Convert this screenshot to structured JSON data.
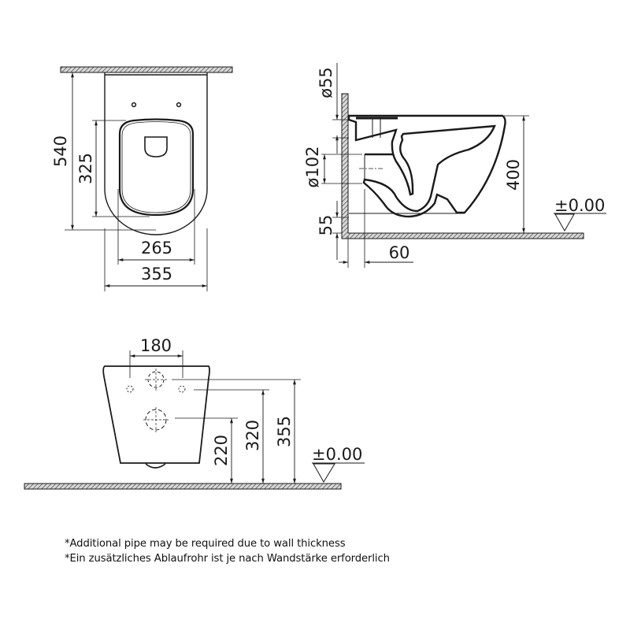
{
  "drawing": {
    "top_view": {
      "dimensions": {
        "overall_depth": "540",
        "seat_depth": "325",
        "seat_width": "265",
        "overall_width": "355"
      }
    },
    "side_view": {
      "dimensions": {
        "inlet_diameter": "ø55",
        "outlet_diameter": "ø102",
        "outlet_height_offset": "55",
        "outlet_projection": "60",
        "height": "400"
      },
      "floor_level": "±0.00"
    },
    "rear_view": {
      "dimensions": {
        "bolt_spacing": "180",
        "outlet_height": "220",
        "bolt_height": "320",
        "inlet_height": "355"
      },
      "floor_level": "±0.00"
    }
  },
  "notes": [
    "*Additional pipe may be required due to wall thickness",
    "*Ein zusätzliches Ablaufrohr ist je nach Wandstärke erforderlich"
  ],
  "colors": {
    "line": "#1a1a1a",
    "hatch": "#555555",
    "background": "#ffffff"
  }
}
